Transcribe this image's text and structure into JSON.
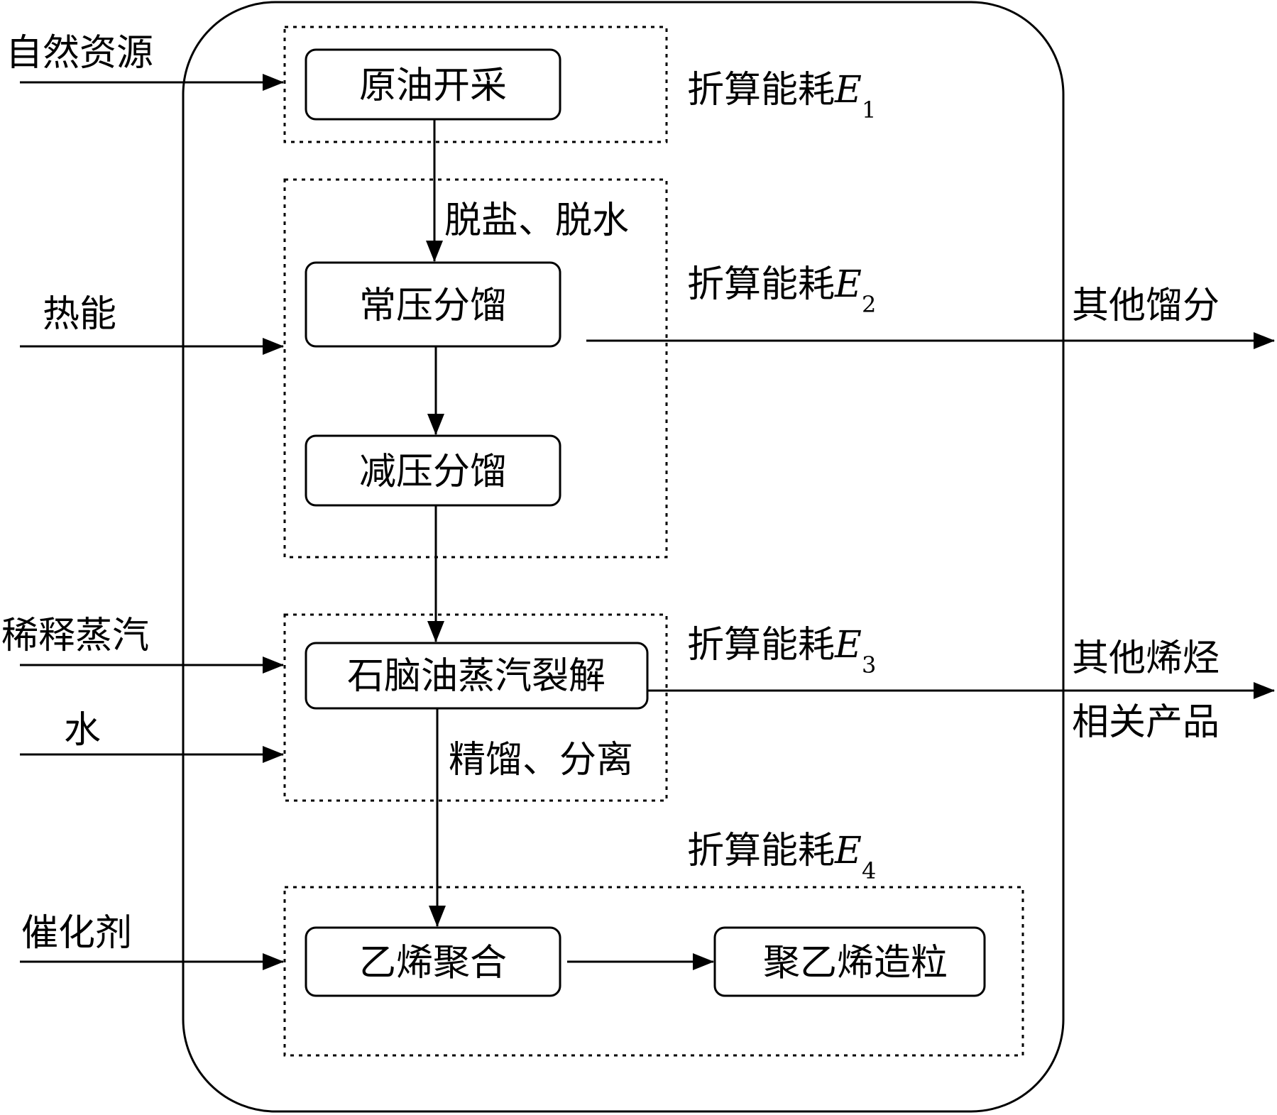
{
  "inputs": {
    "natural_resources": "自然资源",
    "heat_energy": "热能",
    "dilution_steam": "稀释蒸汽",
    "water": "水",
    "catalyst": "催化剂"
  },
  "processes": {
    "crude_extraction": "原油开采",
    "atm_distillation": "常压分馏",
    "vac_distillation": "减压分馏",
    "naphtha_cracking": "石脑油蒸汽裂解",
    "ethylene_polymerization": "乙烯聚合",
    "pe_pelletizing": "聚乙烯造粒"
  },
  "step_labels": {
    "desalt_dehydrate": "脱盐、脱水",
    "rectify_separate": "精馏、分离"
  },
  "energy_labels": [
    {
      "prefix": "折算能耗",
      "symbol": "E",
      "subscript": "1"
    },
    {
      "prefix": "折算能耗",
      "symbol": "E",
      "subscript": "2"
    },
    {
      "prefix": "折算能耗",
      "symbol": "E",
      "subscript": "3"
    },
    {
      "prefix": "折算能耗",
      "symbol": "E",
      "subscript": "4"
    }
  ],
  "outputs": {
    "other_fractions": "其他馏分",
    "other_olefins_line1": "其他烯烃",
    "other_olefins_line2": "相关产品"
  }
}
